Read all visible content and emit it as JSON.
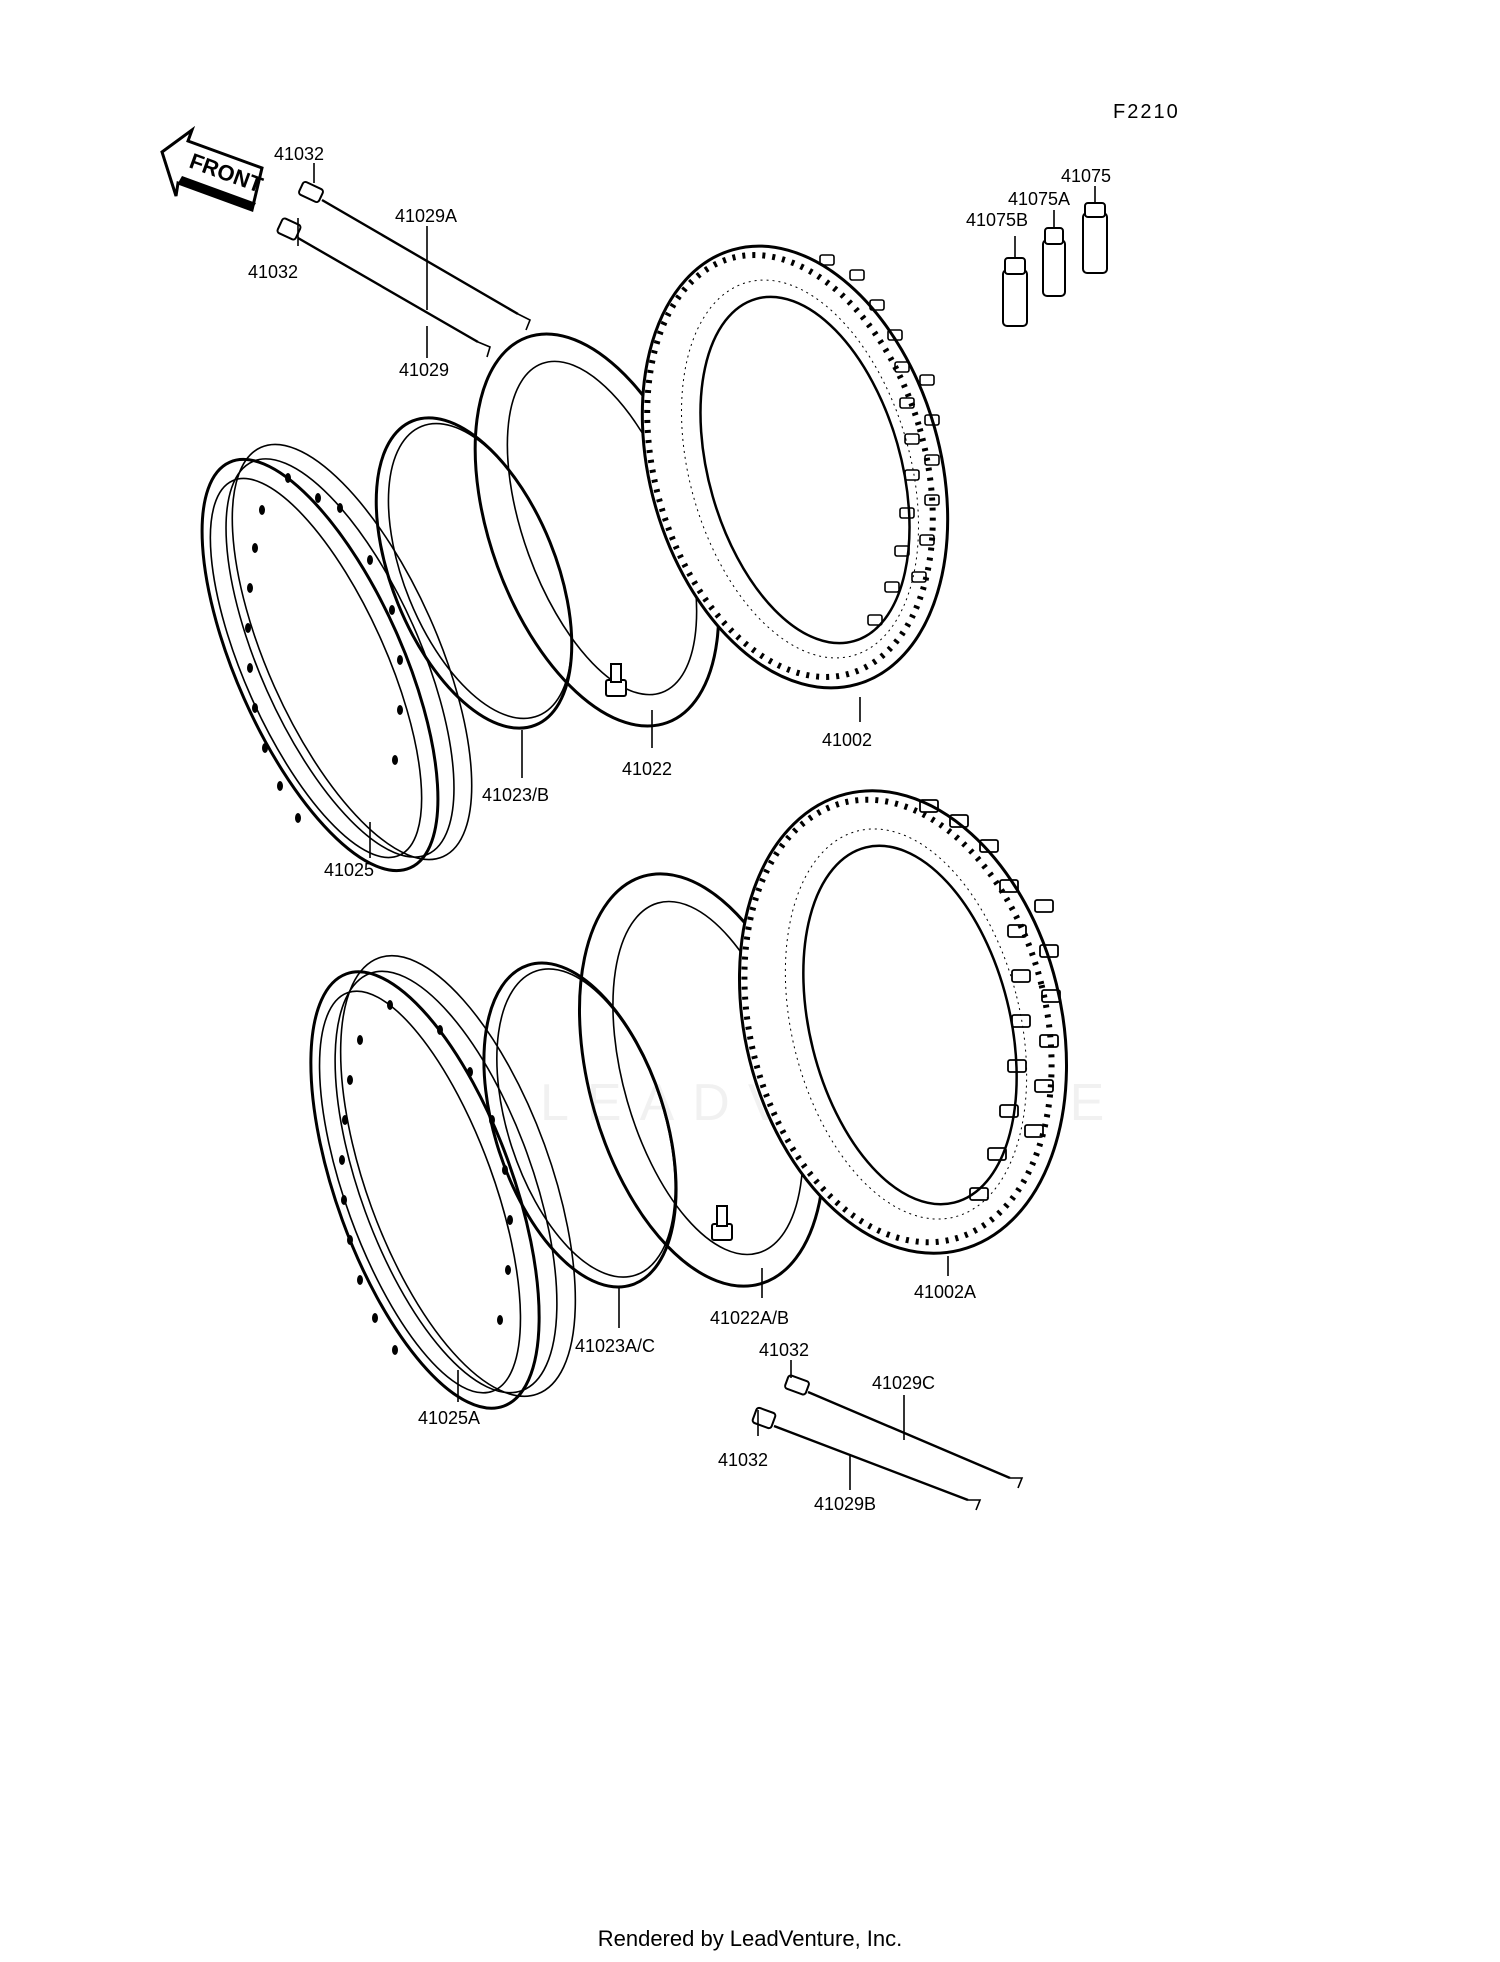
{
  "figure_code": "F2210",
  "front_label": "FRONT",
  "watermark": "LEADVENTURE",
  "footer": "Rendered by LeadVenture, Inc.",
  "parts": {
    "front": {
      "tire": "41002",
      "tube": "41022",
      "rim_band": "41023/B",
      "rim": "41025",
      "spoke_a": "41029A",
      "spoke": "41029",
      "nipple_top": "41032",
      "nipple_bottom": "41032"
    },
    "rear": {
      "tire": "41002A",
      "tube": "41022A/B",
      "rim_band": "41023A/C",
      "rim": "41025A",
      "spoke_c": "41029C",
      "spoke_b": "41029B",
      "nipple_top": "41032",
      "nipple_bottom": "41032"
    },
    "cap_1": "41075",
    "cap_2": "41075A",
    "cap_3": "41075B"
  }
}
